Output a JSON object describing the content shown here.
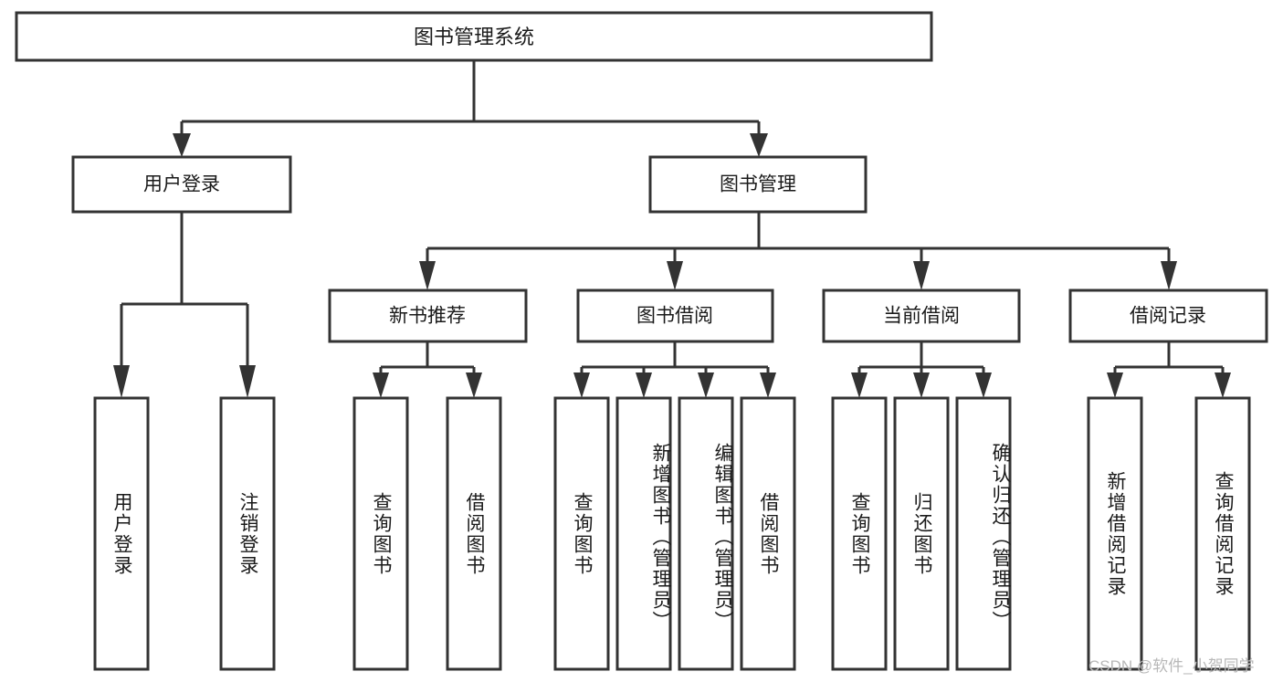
{
  "diagram": {
    "type": "tree-hierarchy",
    "title_node": {
      "id": "root",
      "label": "图书管理系统"
    },
    "level2": [
      {
        "id": "user-login",
        "label": "用户登录"
      },
      {
        "id": "book-manage",
        "label": "图书管理"
      }
    ],
    "level3": [
      {
        "id": "new-book-recommend",
        "label": "新书推荐",
        "parent": "book-manage"
      },
      {
        "id": "book-borrow",
        "label": "图书借阅",
        "parent": "book-manage"
      },
      {
        "id": "current-borrow",
        "label": "当前借阅",
        "parent": "book-manage"
      },
      {
        "id": "borrow-record",
        "label": "借阅记录",
        "parent": "book-manage"
      }
    ],
    "leaves": {
      "user-login": [
        {
          "id": "leaf-user-login",
          "label": "用户登录"
        },
        {
          "id": "leaf-user-logout",
          "label": "注销登录"
        }
      ],
      "new-book-recommend": [
        {
          "id": "leaf-query-book-1",
          "label": "查询图书"
        },
        {
          "id": "leaf-borrow-book-1",
          "label": "借阅图书"
        }
      ],
      "book-borrow": [
        {
          "id": "leaf-query-book-2",
          "label": "查询图书"
        },
        {
          "id": "leaf-add-book",
          "label": "新增图书（管理员）"
        },
        {
          "id": "leaf-edit-book",
          "label": "编辑图书（管理员）"
        },
        {
          "id": "leaf-borrow-book-2",
          "label": "借阅图书"
        }
      ],
      "current-borrow": [
        {
          "id": "leaf-query-book-3",
          "label": "查询图书"
        },
        {
          "id": "leaf-return-book",
          "label": "归还图书"
        },
        {
          "id": "leaf-confirm-return",
          "label": "确认归还（管理员）"
        }
      ],
      "borrow-record": [
        {
          "id": "leaf-add-record",
          "label": "新增借阅记录"
        },
        {
          "id": "leaf-query-record",
          "label": "查询借阅记录"
        }
      ]
    }
  },
  "colors": {
    "stroke": "#333333",
    "fill": "#ffffff",
    "text": "#1a1a1a",
    "watermark": "#b8b8b8"
  },
  "watermark": {
    "text": "CSDN @软件_小贺同学"
  }
}
